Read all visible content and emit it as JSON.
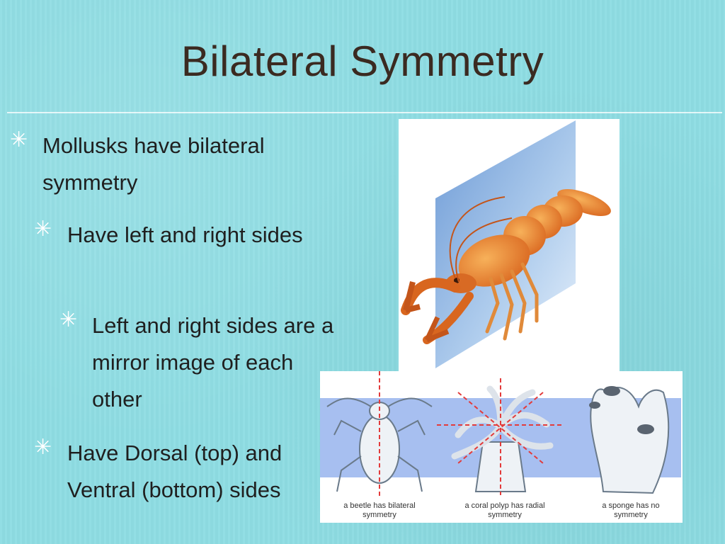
{
  "slide": {
    "title": "Bilateral Symmetry",
    "bullets": [
      {
        "level": 1,
        "text": "Mollusks have bilateral symmetry"
      },
      {
        "level": 2,
        "text": "Have left and right sides"
      },
      {
        "level": 3,
        "text": "Left and right sides are a mirror image of each other"
      },
      {
        "level": 2,
        "text": "Have Dorsal (top) and Ventral (bottom) sides"
      }
    ]
  },
  "figure": {
    "captions": [
      "a beetle has bilateral symmetry",
      "a coral polyp has radial symmetry",
      "a sponge has no symmetry"
    ]
  },
  "colors": {
    "background": "#8fdde3",
    "title": "#3b2a21",
    "text": "#1f1f1f",
    "crayfish": "#e07a2c",
    "symmetry_line": "#e33b3b"
  }
}
